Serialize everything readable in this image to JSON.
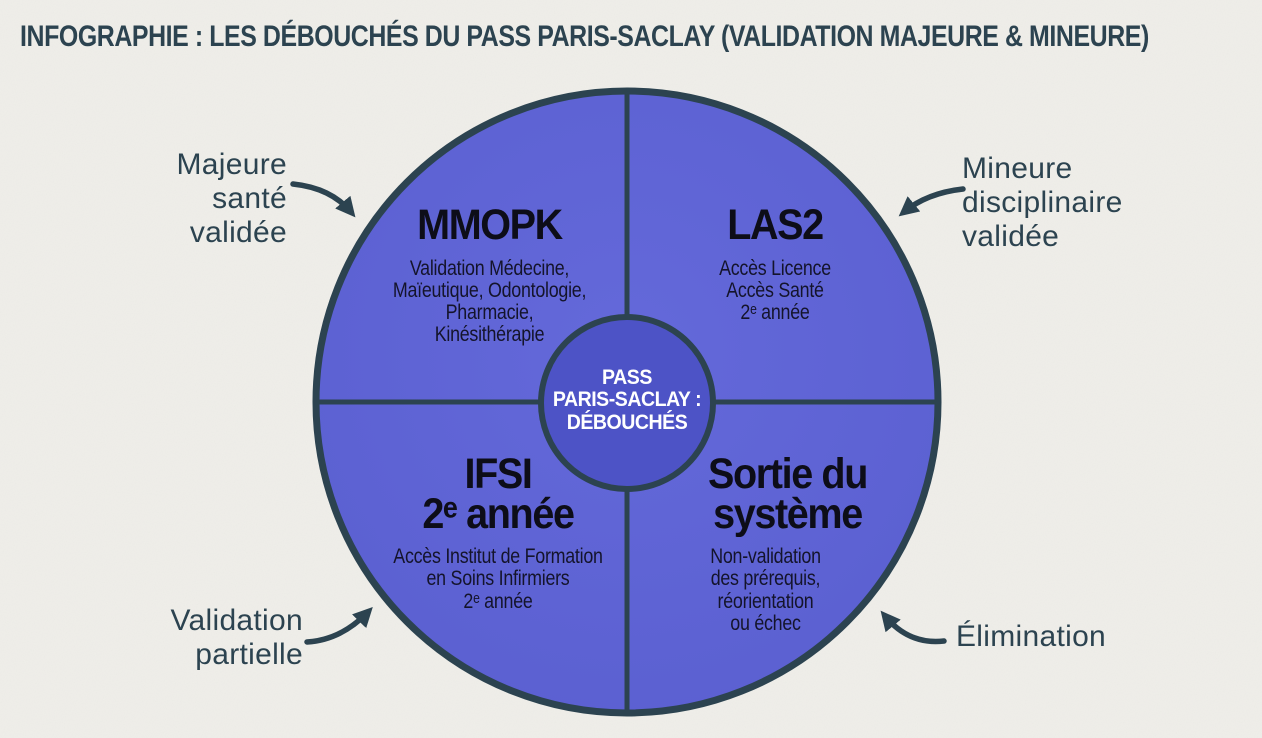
{
  "title": "INFOGRAPHIE : LES DÉBOUCHÉS DU PASS PARIS-SACLAY (VALIDATION MAJEURE & MINEURE)",
  "center": {
    "label": "PASS\nPARIS-SACLAY :\nDÉBOUCHÉS"
  },
  "quadrants": [
    {
      "position": "top-left",
      "heading": "MMOPK",
      "description": "Validation Médecine,\nMaïeutique, Odontologie,\nPharmacie,\nKinésithérapie"
    },
    {
      "position": "top-right",
      "heading": "LAS2",
      "description": "Accès Licence\nAccès Santé\n2ᵉ année"
    },
    {
      "position": "bottom-left",
      "heading": "IFSI\n2ᵉ année",
      "description": "Accès Institut de Formation\nen Soins Infirmiers\n2ᵉ année"
    },
    {
      "position": "bottom-right",
      "heading": "Sortie du\nsystème",
      "description": "Non-validation\ndes prérequis,\nréorientation\nou échec"
    }
  ],
  "callouts": [
    {
      "position": "top-left",
      "label": "Majeure\nsanté\nvalidée",
      "points_to": "MMOPK"
    },
    {
      "position": "top-right",
      "label": "Mineure\ndisciplinaire\nvalidée",
      "points_to": "LAS2"
    },
    {
      "position": "bottom-left",
      "label": "Validation\npartielle",
      "points_to": "IFSI 2ᵉ année"
    },
    {
      "position": "bottom-right",
      "label": "Élimination",
      "points_to": "Sortie du système"
    }
  ],
  "colors": {
    "bg": "#efeee9",
    "ink": "#2c4350",
    "quadrant": "#5f63d6",
    "hub": "#4d53c6",
    "heading": "#0d0d18",
    "body": "#14142b",
    "center-text": "#ffffff"
  }
}
